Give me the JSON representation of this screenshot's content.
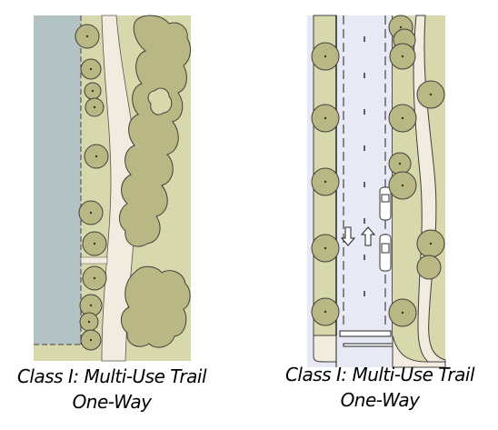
{
  "captions": {
    "left": {
      "line1": "Class I: Multi-Use Trail",
      "line2": "One-Way"
    },
    "right": {
      "line1": "Class I: Multi-Use Trail",
      "line2": "One-Way"
    }
  },
  "colors": {
    "water": "#b3c3c4",
    "grass": "#d8d8ad",
    "tree": "#b9b783",
    "trail": "#f1ecdf",
    "road": "#e7eaf5",
    "outline": "#3f3f3f"
  },
  "icons": {
    "arrow_down": "down-arrow-icon",
    "arrow_up": "up-arrow-icon",
    "vehicles": "car-icon"
  }
}
